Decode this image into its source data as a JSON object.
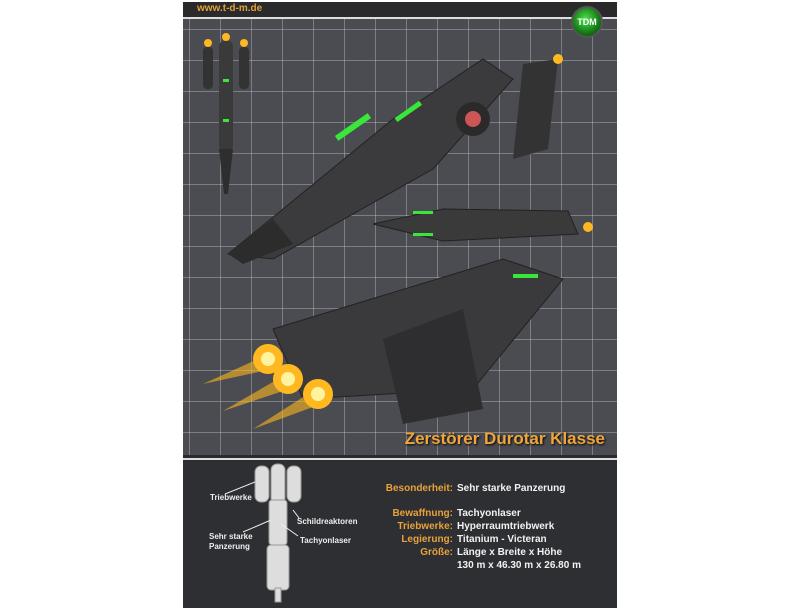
{
  "header": {
    "url": "www.t-d-m.de",
    "logo_text": "TDM"
  },
  "title": "Zerstörer Durotar Klasse",
  "schematic_labels": {
    "engines": "Triebwerke",
    "shield": "Schildreaktoren",
    "armor_line1": "Sehr starke",
    "armor_line2": "Panzerung",
    "laser": "Tachyonlaser"
  },
  "specs": [
    {
      "key": "Besonderheit:",
      "value": "Sehr starke Panzerung"
    },
    {
      "key": "Bewaffnung:",
      "value": "Tachyonlaser"
    },
    {
      "key": "Triebwerke:",
      "value": "Hyperraumtriebwerk"
    },
    {
      "key": "Legierung:",
      "value": "Titanium - Victeran"
    },
    {
      "key": "Größe:",
      "value": "Länge x Breite x Höhe"
    },
    {
      "key": "",
      "value": "130 m x 46.30 m x 26.80 m"
    }
  ],
  "colors": {
    "accent": "#e9a23b",
    "glow": "#39e639",
    "engine": "#ffb820"
  }
}
